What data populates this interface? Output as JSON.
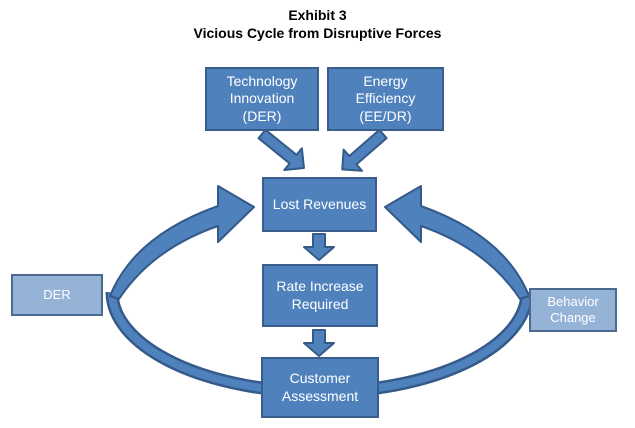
{
  "title": {
    "line1": "Exhibit 3",
    "line2": "Vicious Cycle from Disruptive Forces"
  },
  "nodes": {
    "technology_innovation": "Technology\nInnovation\n(DER)",
    "energy_efficiency": "Energy\nEfficiency\n(EE/DR)",
    "lost_revenues": "Lost Revenues",
    "rate_increase_required": "Rate Increase\nRequired",
    "customer_assessment": "Customer\nAssessment",
    "der": "DER",
    "behavior_change": "Behavior\nChange"
  },
  "colors": {
    "node_fill": "#4f81bd",
    "node_border": "#385d8a",
    "side_node_fill": "#95b3d7",
    "side_node_border": "#4a6a8f",
    "arrow_fill": "#4f81bd",
    "arrow_border": "#345a8a",
    "node_text": "#ffffff",
    "title_text": "#000000"
  }
}
